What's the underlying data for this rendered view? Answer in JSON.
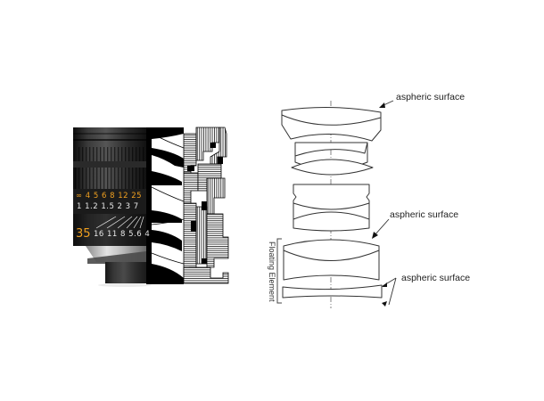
{
  "figure": {
    "left_panel": {
      "description": "Lens photo cut-away showing half exterior barrel and half internal cross-section",
      "barrel": {
        "distance_scale_feet": [
          "∞",
          "4",
          "5",
          "6",
          "8",
          "12",
          "25"
        ],
        "distance_scale_feet_text": "∞ 4 5 6 8 12 25",
        "distance_scale_meters_text": "1 1.2 1.5 2 3 7",
        "aperture_scale_text": "16 11 8 5.6 4",
        "focal_length": "35"
      },
      "colors": {
        "barrel_black": "#1a1a1a",
        "scale_orange": "#f0a020",
        "scale_white": "#e8e8e8",
        "mount_silver": "#c8c8c8"
      }
    },
    "right_panel": {
      "description": "Optical element diagram with dashed optical axis",
      "annotations": [
        {
          "id": "top",
          "text": "aspheric surface"
        },
        {
          "id": "middle",
          "text": "aspheric surface"
        },
        {
          "id": "bottom",
          "text": "aspheric surface"
        }
      ],
      "group_label": "Floating Element",
      "line_color": "#333333"
    }
  }
}
